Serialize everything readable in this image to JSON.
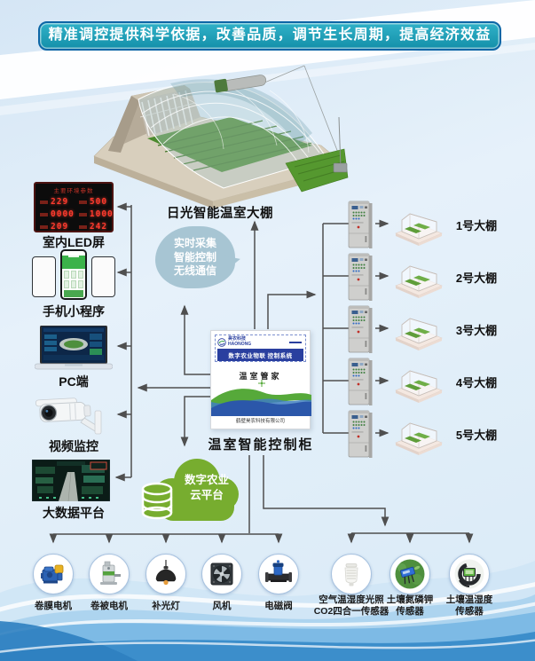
{
  "banner": {
    "text": "精准调控提供科学依据，改善品质，调节生长周期，提高经济效益"
  },
  "main_greenhouse": {
    "label": "日光智能温室大棚"
  },
  "bubble": {
    "lines": [
      "实时采集",
      "智能控制",
      "无线通信"
    ]
  },
  "left_items": [
    {
      "label": "室内LED屏"
    },
    {
      "label": "手机小程序"
    },
    {
      "label": "PC端"
    },
    {
      "label": "视频监控"
    },
    {
      "label": "大数据平台"
    }
  ],
  "led": {
    "title": "主要环境参数",
    "values": [
      "229",
      "500",
      "0000",
      "1000",
      "209",
      "242"
    ]
  },
  "control_box": {
    "brand_name": "昊农科技",
    "brand_sub": "HAONONG",
    "strip": "数字农业物联 控制系统",
    "title": "温室管家",
    "company": "鹤壁昊农科技有限公司",
    "label": "温室智能控制柜"
  },
  "cloud": {
    "lines": [
      "数字农业",
      "云平台"
    ]
  },
  "right_rows": [
    {
      "label": "1号大棚"
    },
    {
      "label": "2号大棚"
    },
    {
      "label": "3号大棚"
    },
    {
      "label": "4号大棚"
    },
    {
      "label": "5号大棚"
    }
  ],
  "bottom_items": [
    {
      "label": "卷膜电机"
    },
    {
      "label": "卷被电机"
    },
    {
      "label": "补光灯"
    },
    {
      "label": "风机"
    },
    {
      "label": "电磁阀"
    },
    {
      "label": "空气温湿度光照\nCO2四合一传感器"
    },
    {
      "label": "土壤氮磷钾\n传感器"
    },
    {
      "label": "土壤温湿度\n传感器"
    }
  ],
  "colors": {
    "banner_bg": "#18a0b8",
    "banner_border": "#0d66a6",
    "bubble_bg": "#a7c5d3",
    "cloud_green": "#77ad2f",
    "connector": "#4f4f4f",
    "led_red": "#ff3a2e"
  }
}
